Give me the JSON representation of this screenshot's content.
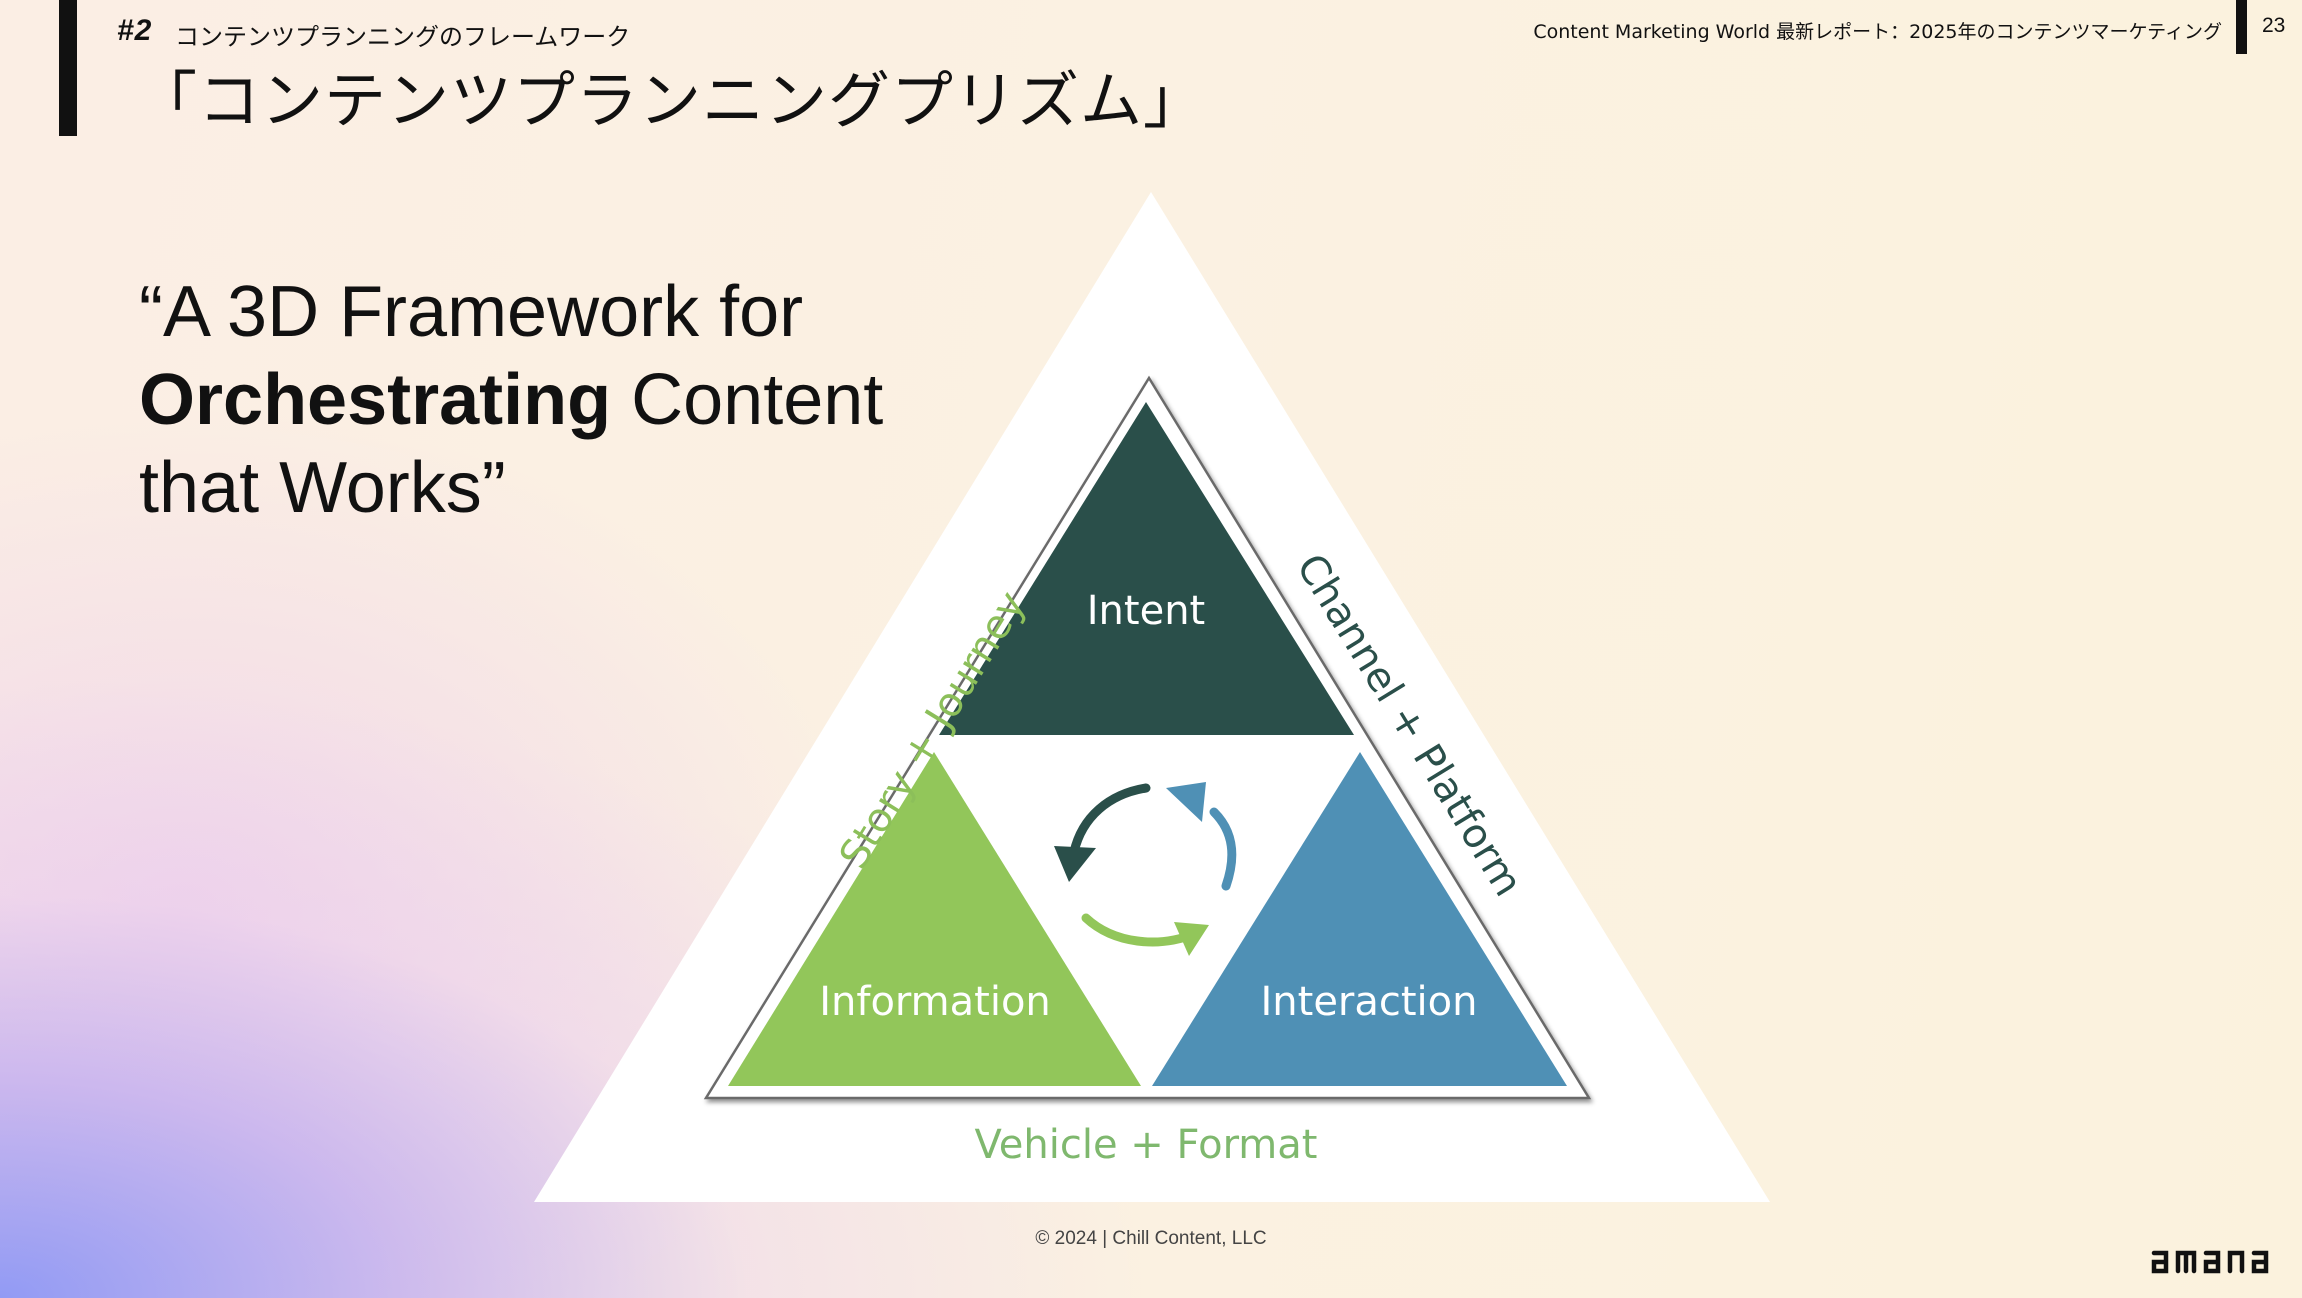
{
  "header": {
    "section_number": "#2",
    "section_title": "コンテンツプランニングのフレームワーク",
    "title": "「コンテンツプランニングプリズム」",
    "report_title": "Content Marketing World 最新レポート：2025年のコンテンツマーケティング",
    "page_number": "23"
  },
  "quote": {
    "line1": "“A 3D Framework for",
    "line2_bold": "Orchestrating",
    "line2_rest": " Content",
    "line3": "that Works”"
  },
  "prism": {
    "top_label": "Intent",
    "left_label": "Information",
    "right_label": "Interaction",
    "left_side_label": "Story + Journey",
    "right_side_label": "Channel + Platform",
    "bottom_label": "Vehicle + Format",
    "colors": {
      "intent": "#2a4f4a",
      "information": "#92c65a",
      "interaction": "#4f90b5",
      "story_text": "#8cbf5a",
      "channel_text": "#2a4f4a",
      "vehicle_text": "#7fb86e"
    },
    "cycle_icon": "cycle-arrows-icon"
  },
  "footer": {
    "copyright": "© 2024 | Chill Content, LLC",
    "logo": "amana"
  }
}
